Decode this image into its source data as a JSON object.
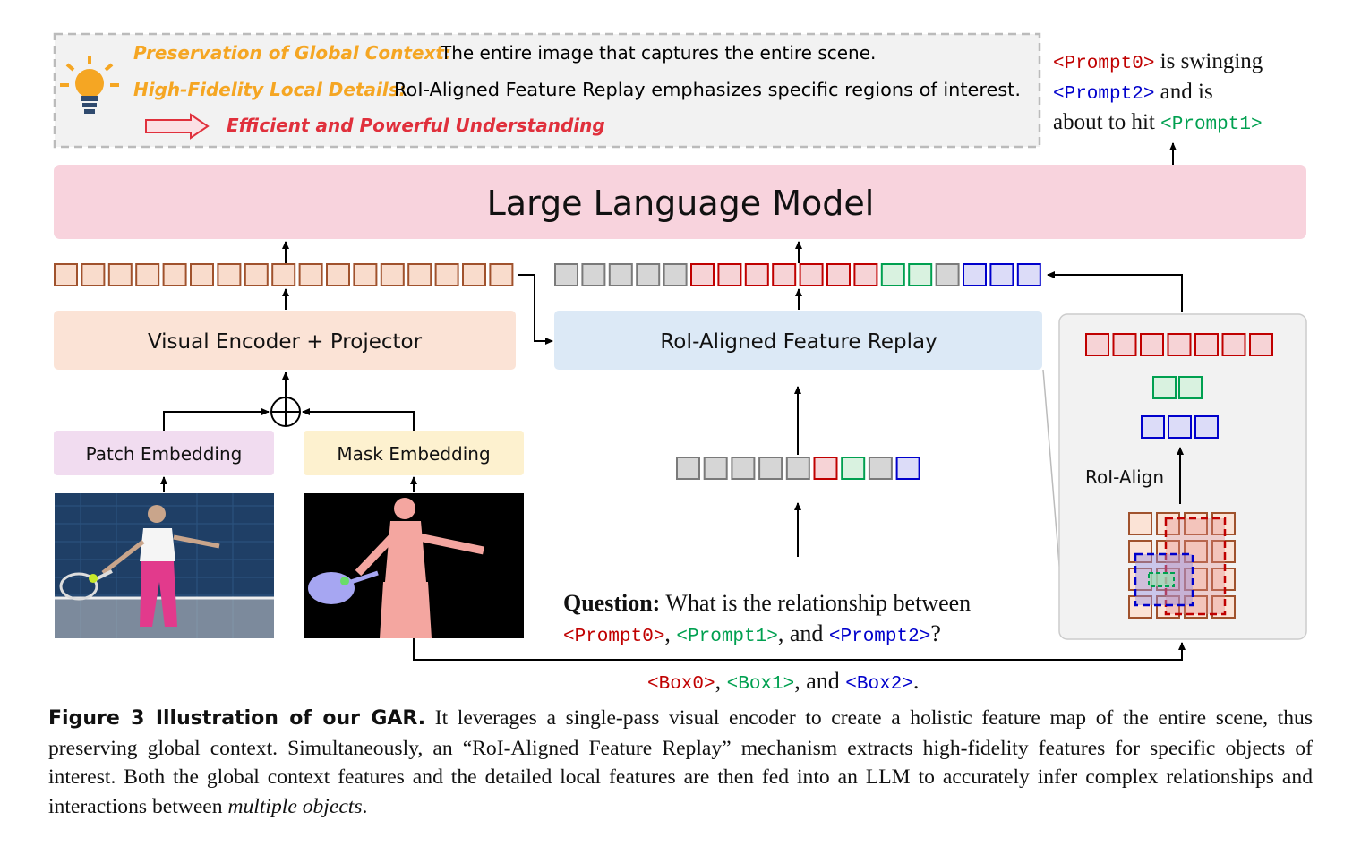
{
  "colors": {
    "red": "#c00000",
    "green": "#00a050",
    "blue": "#0000cc",
    "orange_text": "#f5a623",
    "crimson_text": "#e0303c",
    "llm_fill": "#f8d3dd",
    "encoder_fill": "#fbe3d6",
    "replay_fill": "#dce9f6",
    "patch_fill": "#f1dcf0",
    "mask_fill": "#fdf1cf",
    "token_brown": "#a0522d",
    "token_gray": "#cccccc"
  },
  "icons": [
    "lightbulb-icon",
    "hollow-arrow-icon",
    "oplus-icon"
  ],
  "top_box": {
    "line1_label": "Preservation of Global Context:",
    "line1_text": "The entire image that captures the entire scene.",
    "line2_label": "High-Fidelity Local Details:",
    "line2_text": "RoI-Aligned Feature Replay emphasizes specific regions of interest.",
    "line3_text": "Efficient and Powerful Understanding"
  },
  "output_text": {
    "l1_prompt": "<Prompt0>",
    "l1_text": " is swinging",
    "l2_prompt": "<Prompt2>",
    "l2_text": " and is",
    "l3_text": "about to hit ",
    "l3_prompt": "<Prompt1>"
  },
  "llm_label": "Large Language Model",
  "encoder_label": "Visual Encoder + Projector",
  "replay_label": "RoI-Aligned Feature Replay",
  "patch_label": "Patch Embedding",
  "mask_label": "Mask Embedding",
  "roi_align_label": "RoI-Align",
  "question": {
    "label": "Question:",
    "text": " What is the relationship between",
    "p0": "<Prompt0>",
    "sep1": ", ",
    "p1": "<Prompt1>",
    "sep2": ", and ",
    "p2": "<Prompt2>",
    "end": "?"
  },
  "boxes": {
    "b0": "<Box0>",
    "sep1": ", ",
    "b1": "<Box1>",
    "sep2": ", and ",
    "b2": "<Box2>",
    "end": "."
  },
  "token_rows": {
    "encoder_output_count": 17,
    "llm_input": [
      "gray",
      "gray",
      "gray",
      "gray",
      "gray",
      "red",
      "red",
      "red",
      "red",
      "red",
      "red",
      "red",
      "green",
      "green",
      "gray",
      "blue",
      "blue",
      "blue"
    ],
    "prompt_tokens": [
      "gray",
      "gray",
      "gray",
      "gray",
      "gray",
      "red",
      "green",
      "gray",
      "blue"
    ],
    "roi_red_count": 7,
    "roi_green_count": 2,
    "roi_blue_count": 3
  },
  "caption": {
    "figure": "Figure 3  Illustration of our GAR.",
    "body": " It leverages a single-pass visual encoder to create a holistic feature map of the entire scene, thus preserving global context. Simultaneously, an “RoI-Aligned Feature Replay” mechanism extracts high-fidelity features for specific objects of interest. Both the global context features and the detailed local features are then fed into an LLM to accurately infer complex relationships and interactions between ",
    "emph": "multiple objects",
    "end": "."
  }
}
